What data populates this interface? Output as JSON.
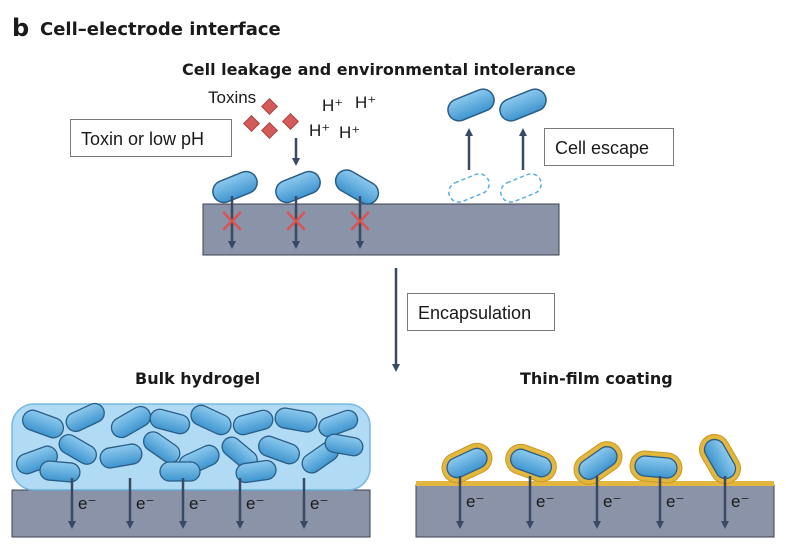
{
  "panel": {
    "letter": "b",
    "title": "Cell–electrode interface"
  },
  "top": {
    "heading": "Cell leakage and environmental intolerance",
    "toxins_label": "Toxins",
    "protons": [
      "H⁺",
      "H⁺",
      "H⁺",
      "H⁺"
    ],
    "toxin_box": "Toxin or low pH",
    "escape_box": "Cell escape"
  },
  "middle": {
    "encapsulation_box": "Encapsulation"
  },
  "bottom_left": {
    "heading": "Bulk hydrogel",
    "electron_label": "e⁻"
  },
  "bottom_right": {
    "heading": "Thin-film coating",
    "electron_label": "e⁻"
  },
  "colors": {
    "electrode": "#8a93a7",
    "electrode_edge": "#3d4250",
    "cell_fill": "#5aaee0",
    "cell_edge": "#2a5d86",
    "toxin": "#d45b5b",
    "cross": "#d9534f",
    "arrow": "#3a4a66",
    "hydrogel": "#a9d8f3",
    "film": "#e3b73e"
  }
}
